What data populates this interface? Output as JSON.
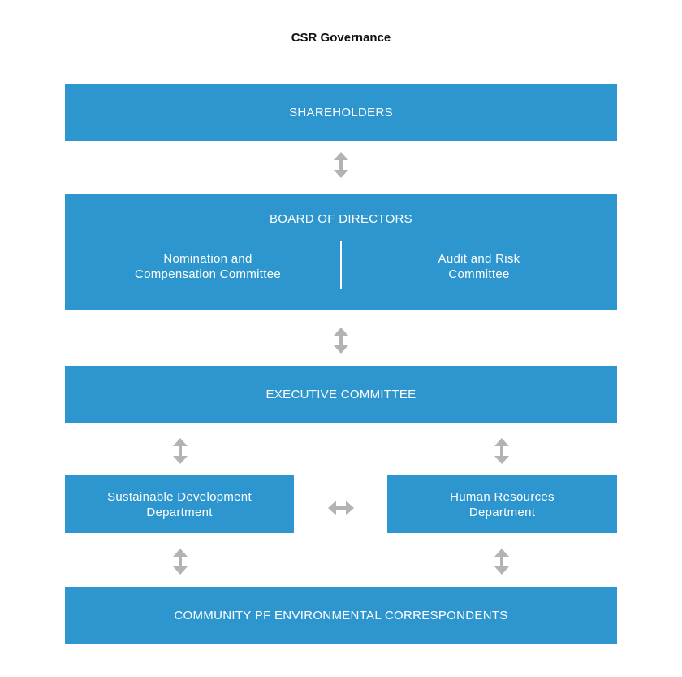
{
  "title": "CSR Governance",
  "nodes": {
    "shareholders": "SHAREHOLDERS",
    "board": "BOARD OF DIRECTORS",
    "nomination": "Nomination and\nCompensation Committee",
    "audit": "Audit and Risk\nCommittee",
    "executive": "EXECUTIVE COMMITTEE",
    "sustainable": "Sustainable Development\nDepartment",
    "hr": "Human Resources\nDepartment",
    "community": "COMMUNITY PF ENVIRONMENTAL CORRESPONDENTS"
  },
  "colors": {
    "box": "#2e96ce",
    "text": "#ffffff",
    "arrow": "#b3b3b3"
  }
}
